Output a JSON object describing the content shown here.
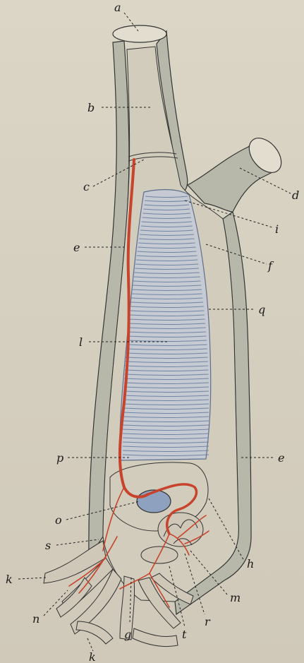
{
  "labels": {
    "a": "a",
    "b": "b",
    "c1": "c",
    "d": "d",
    "i": "i",
    "e1": "e",
    "f": "f",
    "q": "q",
    "l": "l",
    "p": "p",
    "e2": "e",
    "o": "o",
    "s": "s",
    "h": "h",
    "k1": "k",
    "m": "m",
    "n": "n",
    "t": "t",
    "r": "r",
    "g": "g",
    "k2": "k"
  },
  "colors": {
    "background": "#d7d1c1",
    "body_wall": "#b7b8aa",
    "muscle_rings": "#6f84a4",
    "blood_vessel": "#c8432b",
    "outline": "#333333"
  }
}
